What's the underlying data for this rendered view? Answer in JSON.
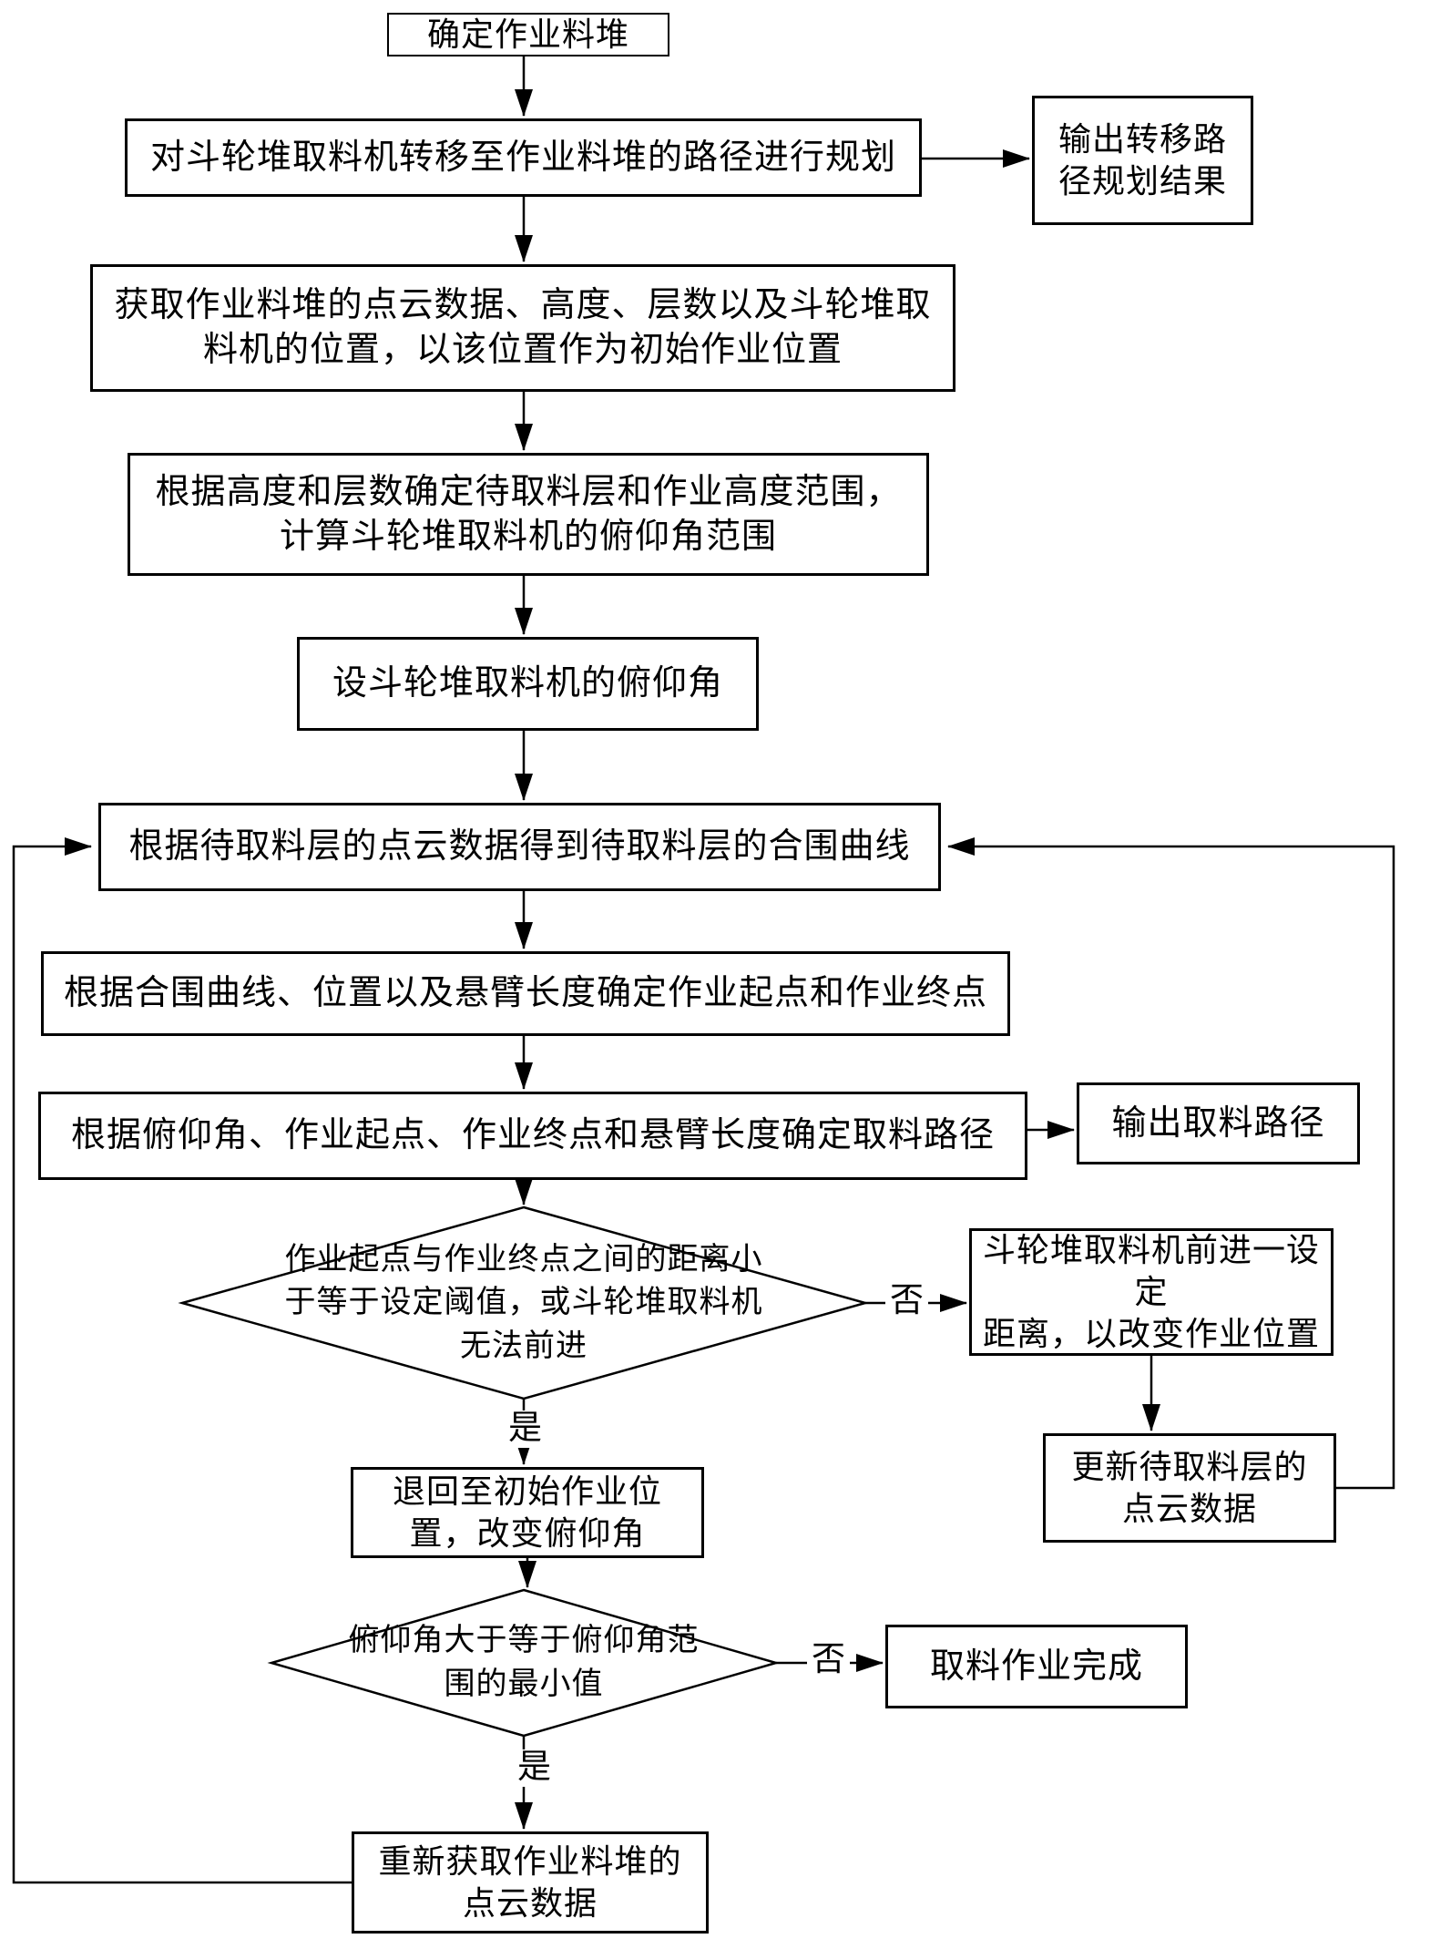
{
  "figure": {
    "background_color": "#ffffff",
    "line_color": "#000000",
    "node_fill": "#ffffff"
  },
  "nodes": {
    "box_a": {
      "label": "确定作业料堆"
    },
    "box_b": {
      "label": "对斗轮堆取料机转移至作业料堆的路径进行规划"
    },
    "box_out1": {
      "label": "输出转移路\n径规划结果"
    },
    "box_c": {
      "label": "获取作业料堆的点云数据、高度、层数以及斗轮堆取\n料机的位置，以该位置作为初始作业位置"
    },
    "box_d": {
      "label": "根据高度和层数确定待取料层和作业高度范围，\n计算斗轮堆取料机的俯仰角范围"
    },
    "box_e": {
      "label": "设斗轮堆取料机的俯仰角"
    },
    "box_f": {
      "label": "根据待取料层的点云数据得到待取料层的合围曲线"
    },
    "box_g": {
      "label": "根据合围曲线、位置以及悬臂长度确定作业起点和作业终点"
    },
    "box_h": {
      "label": "根据俯仰角、作业起点、作业终点和悬臂长度确定取料路径"
    },
    "box_out2": {
      "label": "输出取料路径"
    },
    "diamond_1": {
      "label": "作业起点与作业终点之间的距离小\n于等于设定阈值，或斗轮堆取料机\n无法前进"
    },
    "box_j": {
      "label": "斗轮堆取料机前进一设定\n距离，以改变作业位置"
    },
    "box_k": {
      "label": "更新待取料层的\n点云数据"
    },
    "box_l": {
      "label": "退回至初始作业位\n置，改变俯仰角"
    },
    "diamond_2": {
      "label": "俯仰角大于等于俯仰角范\n围的最小值"
    },
    "box_m": {
      "label": "取料作业完成"
    },
    "box_n": {
      "label": "重新获取作业料堆的\n点云数据"
    }
  },
  "edge_labels": {
    "no_1": "否",
    "yes_1": "是",
    "no_2": "否",
    "yes_2": "是"
  }
}
